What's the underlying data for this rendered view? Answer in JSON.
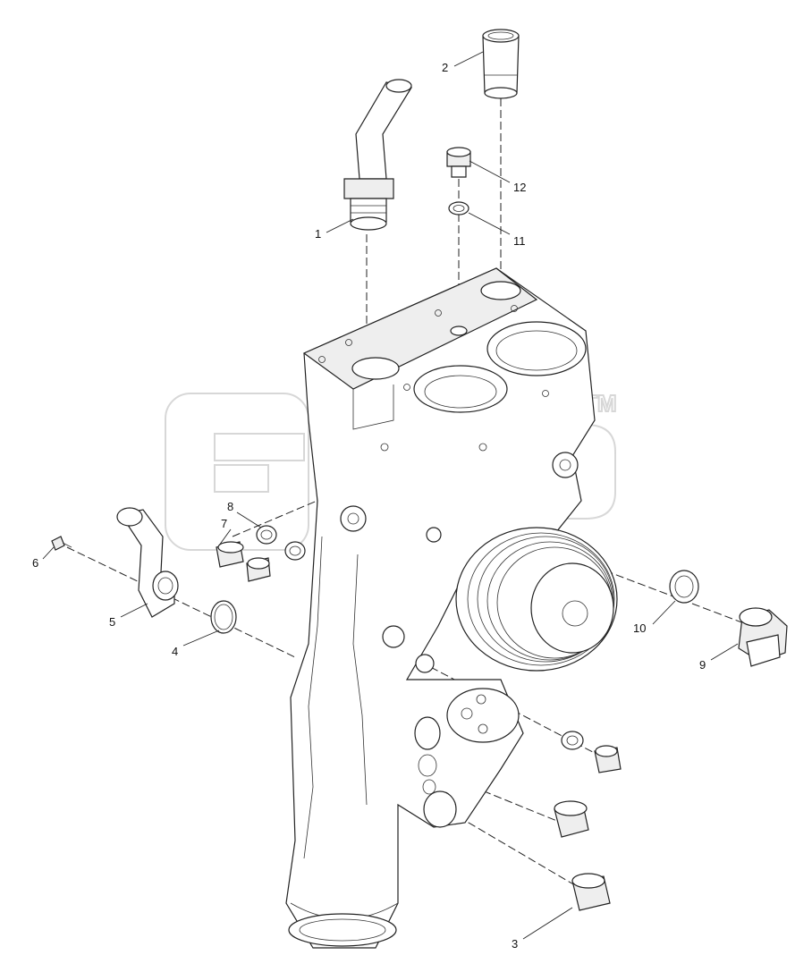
{
  "figure": {
    "watermark_tm": "TM",
    "callouts": [
      {
        "id": "c1",
        "text": "1"
      },
      {
        "id": "c2",
        "text": "2"
      },
      {
        "id": "c3",
        "text": "3"
      },
      {
        "id": "c4",
        "text": "4"
      },
      {
        "id": "c5",
        "text": "5"
      },
      {
        "id": "c6",
        "text": "6"
      },
      {
        "id": "c7",
        "text": "7"
      },
      {
        "id": "c8",
        "text": "8"
      },
      {
        "id": "c9",
        "text": "9"
      },
      {
        "id": "c10",
        "text": "10"
      },
      {
        "id": "c11",
        "text": "11"
      },
      {
        "id": "c12",
        "text": "12"
      }
    ]
  }
}
